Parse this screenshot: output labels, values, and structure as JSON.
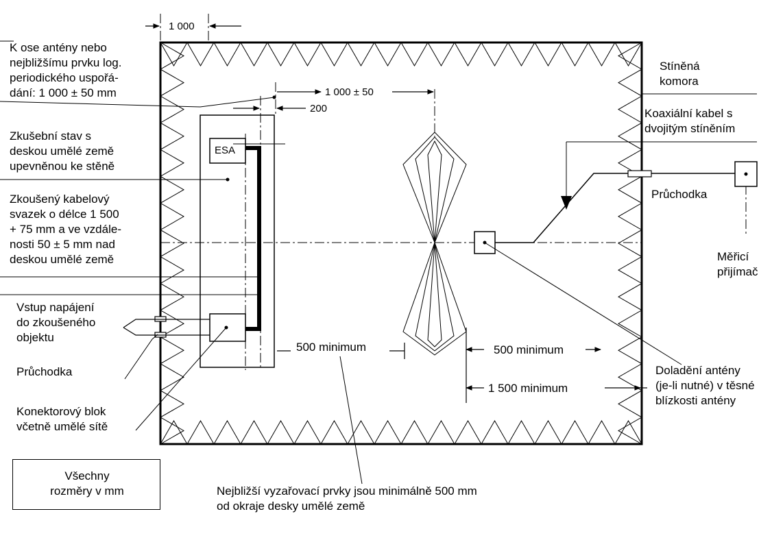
{
  "colors": {
    "line": "#000000",
    "background": "#ffffff"
  },
  "dims": {
    "top": "1 000",
    "antenna_offset": "1 000 ± 50",
    "offset_200": "200",
    "min_500_left": "500 minimum",
    "min_500_right": "500 minimum",
    "min_1500": "1 500 minimum"
  },
  "labels": {
    "axis_note": "K ose antény nebo\nnejbližšímu prvku log.\nperiodického uspořá-\ndání: 1 000 ± 50 mm",
    "test_bench": "Zkušební stav s\ndeskou umělé země\nupevněnou ke stěně",
    "cable_bundle": "Zkoušený kabelový\nsvazek o délce 1 500\n+ 75 mm a ve vzdále-\nnosti 50 ± 5 mm nad\ndeskou umělé země",
    "power_input": "Vstup   napájení\ndo   zkoušeného\nobjektu",
    "feedthrough_left": "Průchodka",
    "connector_block": "Konektorový blok\nvčetně umělé sítě",
    "shielded_room": "Stíněná\nkomora",
    "coax": "Koaxiální kabel s\ndvojitým stíněním",
    "feedthrough_right": "Průchodka",
    "receiver": "Měřicí\npřijímač",
    "antenna_tuning": "Doladění antény\n(je-li nutné) v těsné\nblízkosti antény",
    "dims_note": "Všechny\nrozměry v mm",
    "radiating_note": "Nejbližší vyzařovací prvky jsou minimálně 500 mm\nod okraje desky umělé země",
    "esa": "ESA"
  }
}
